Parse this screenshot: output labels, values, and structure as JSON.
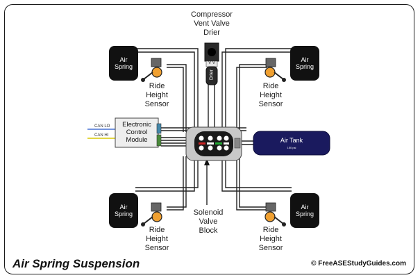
{
  "compressor_label": [
    "Compressor",
    "Vent Valve",
    "Drier"
  ],
  "air_spring_label": [
    "Air",
    "Spring"
  ],
  "ride_height_label": [
    "Ride",
    "Height",
    "Sensor"
  ],
  "ecm_label": [
    "Electronic",
    "Control",
    "Module"
  ],
  "can_lo": "CAN LO",
  "can_hi": "CAN HI",
  "drier_text": "Drier",
  "vent_valve_text": "V V",
  "air_tank_label": "Air Tank",
  "air_tank_sub": "150 psi",
  "solenoid_label": [
    "Solenoid",
    "Valve",
    "Block"
  ],
  "title": "Air Spring Suspension",
  "copyright": "© FreeASEStudyGuides.com",
  "colors": {
    "spring": "#111111",
    "tank": "#1a1a5e",
    "sensor_orange": "#f0a030",
    "can_lo_wire": "#2255cc",
    "can_hi_wire": "#d8c800",
    "pipe": "#222222"
  }
}
